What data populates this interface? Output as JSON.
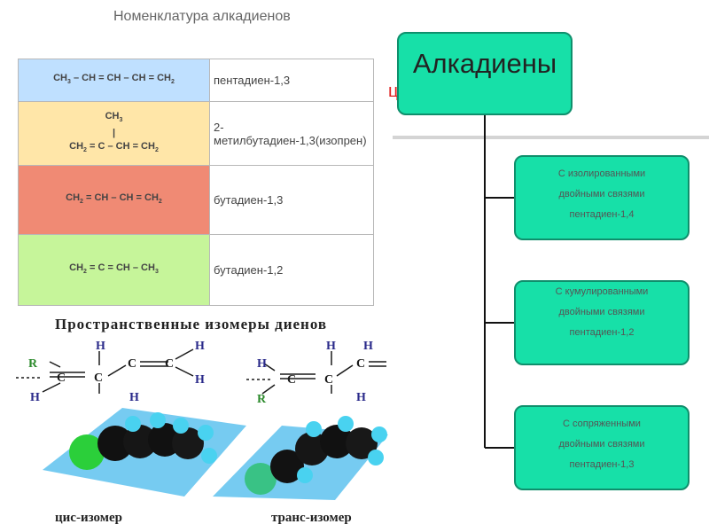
{
  "nomenclature": {
    "title": "Номенклатура алкадиенов",
    "rows": [
      {
        "name": "пентадиен-1,3",
        "color": "#bfe0ff"
      },
      {
        "name": "2-метилбутадиен-1,3(изопрен)",
        "color": "#ffe6a8"
      },
      {
        "name": "бутадиен-1,3",
        "color": "#f08a74"
      },
      {
        "name": "бутадиен-1,2",
        "color": "#c6f59a"
      }
    ]
  },
  "isomers": {
    "title": "Пространственные изомеры диенов",
    "cis_label": "цис-изомер",
    "trans_label": "транс-изомер",
    "atom_labels": {
      "h": "H",
      "c": "C",
      "r": "R"
    }
  },
  "classification": {
    "root": "Алкадиены",
    "background_fragment": "ц",
    "root_color": "#17e0a8",
    "nodes": [
      {
        "line1": "С изолированными",
        "line2": "двойными связями",
        "line3": "пентадиен-1,4"
      },
      {
        "line1": "С кумулированными",
        "line2": "двойными связями",
        "line3": "пентадиен-1,2"
      },
      {
        "line1": "С сопряженными",
        "line2": "двойными связями",
        "line3": "пентадиен-1,3"
      }
    ]
  }
}
